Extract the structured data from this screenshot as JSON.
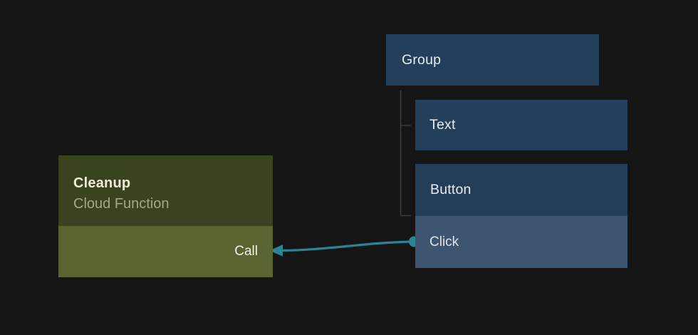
{
  "canvas": {
    "background": "#151515"
  },
  "palette": {
    "node_blue": "#243f5c",
    "node_blue_header": "#233d59",
    "node_blue_port_row": "#3e5572",
    "node_olive_header": "#39431f",
    "node_olive_port_row": "#5a6430",
    "edge_teal": "#2d8398",
    "connector_gray": "#3d3d3d"
  },
  "nodes": {
    "cleanup": {
      "title": "Cleanup",
      "subtitle": "Cloud Function",
      "port": "Call"
    },
    "group": {
      "label": "Group"
    },
    "text": {
      "label": "Text"
    },
    "button": {
      "label": "Button",
      "port": "Click"
    }
  },
  "edge": {
    "from_port": "Click",
    "to_port": "Call"
  }
}
